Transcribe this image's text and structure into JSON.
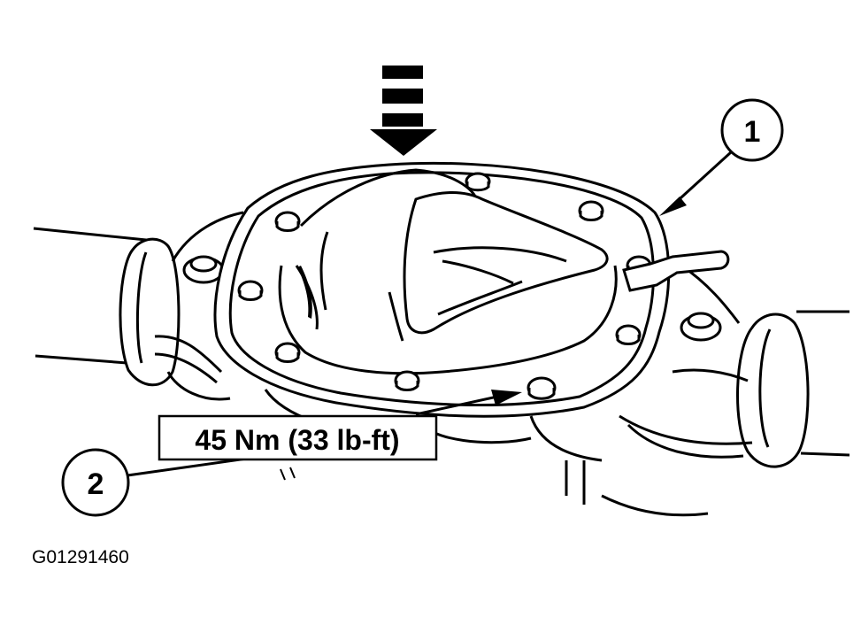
{
  "figure": {
    "figure_id": "G01291460",
    "torque_label": "45 Nm (33 lb-ft)"
  },
  "callouts": [
    {
      "number": "1"
    },
    {
      "number": "2"
    }
  ],
  "colors": {
    "ink": "#000000",
    "paper": "#ffffff",
    "shade": "#d9d9d9"
  }
}
